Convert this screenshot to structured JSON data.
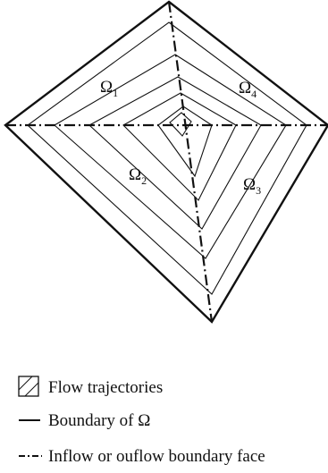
{
  "regions": [
    {
      "symbol": "Ω",
      "index": "1"
    },
    {
      "symbol": "Ω",
      "index": "2"
    },
    {
      "symbol": "Ω",
      "index": "3"
    },
    {
      "symbol": "Ω",
      "index": "4"
    }
  ],
  "legend": {
    "flow_trajectories": "Flow trajectories",
    "boundary": "Boundary of Ω",
    "inflow_outflow": "Inflow or ouflow boundary face"
  }
}
